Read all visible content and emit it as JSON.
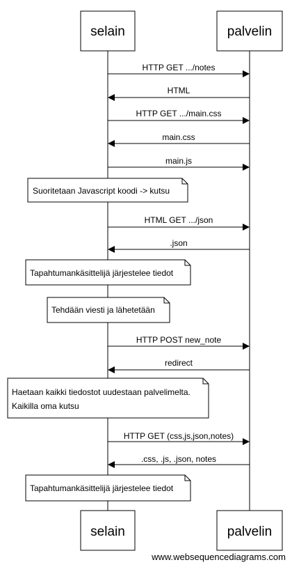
{
  "actors": [
    {
      "id": "selain",
      "label": "selain"
    },
    {
      "id": "palvelin",
      "label": "palvelin"
    }
  ],
  "messages": [
    {
      "from": "selain",
      "to": "palvelin",
      "label": "HTTP GET .../notes"
    },
    {
      "from": "palvelin",
      "to": "selain",
      "label": "HTML"
    },
    {
      "from": "selain",
      "to": "palvelin",
      "label": "HTTP GET .../main.css"
    },
    {
      "from": "palvelin",
      "to": "selain",
      "label": "main.css"
    },
    {
      "from": "selain",
      "to": "palvelin",
      "label": "main.js"
    },
    {
      "from": "selain",
      "to": "palvelin",
      "label": "HTML GET .../json"
    },
    {
      "from": "palvelin",
      "to": "selain",
      "label": ".json"
    },
    {
      "from": "selain",
      "to": "palvelin",
      "label": "HTTP POST new_note"
    },
    {
      "from": "palvelin",
      "to": "selain",
      "label": "redirect"
    },
    {
      "from": "selain",
      "to": "palvelin",
      "label": "HTTP GET (css,js,json,notes)"
    },
    {
      "from": "palvelin",
      "to": "selain",
      "label": ".css, .js, .json, notes"
    }
  ],
  "notes": [
    {
      "lines": [
        "Suoritetaan Javascript koodi -> kutsu"
      ]
    },
    {
      "lines": [
        "Tapahtumankäsittelijä järjestelee tiedot"
      ]
    },
    {
      "lines": [
        "Tehdään viesti ja lähetetään"
      ]
    },
    {
      "lines": [
        "Haetaan kaikki tiedostot uudestaan palvelimelta.",
        "Kaikilla oma kutsu"
      ]
    },
    {
      "lines": [
        "Tapahtumankäsittelijä järjestelee tiedot"
      ]
    }
  ],
  "footer": {
    "text": "www.websequencediagrams.com"
  }
}
